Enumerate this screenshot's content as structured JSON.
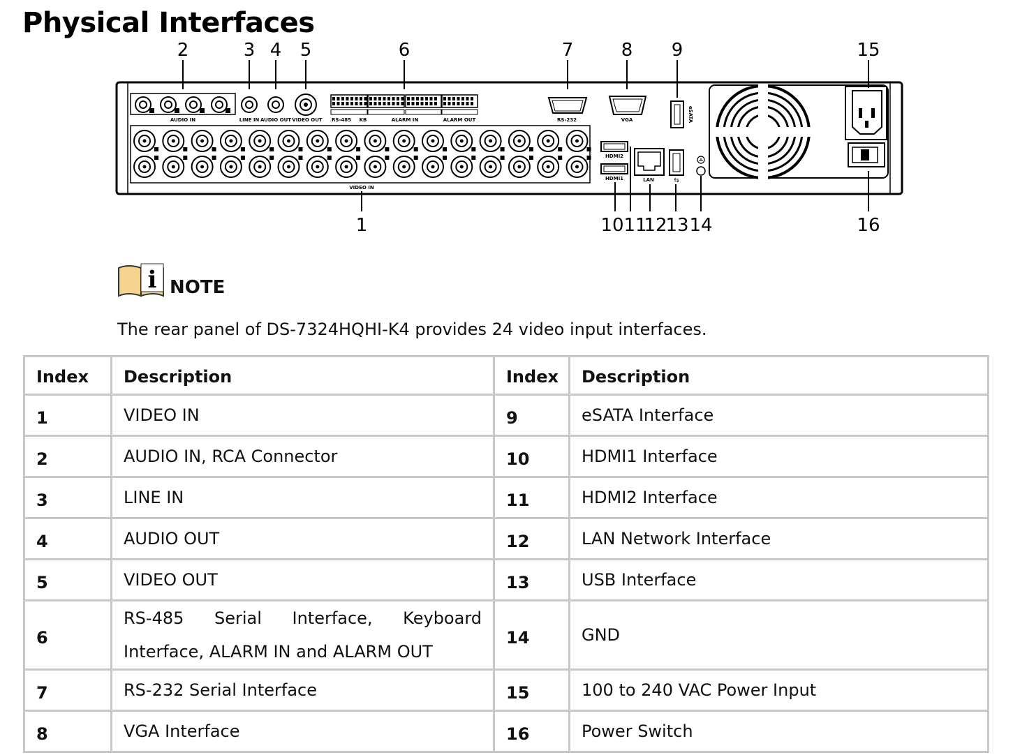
{
  "title": "Physical Interfaces",
  "diagram": {
    "callouts": [
      "1",
      "2",
      "3",
      "4",
      "5",
      "6",
      "7",
      "8",
      "9",
      "10",
      "11",
      "12",
      "13",
      "14",
      "15",
      "16"
    ],
    "panel_labels": {
      "audio_in": "AUDIO IN",
      "line_in": "LINE IN",
      "audio_out": "AUDIO OUT",
      "video_out": "VIDEO OUT",
      "rs485": "RS-485",
      "kb": "KB",
      "alarm_in": "ALARM IN",
      "alarm_out": "ALARM OUT",
      "rs232": "RS-232",
      "vga": "VGA",
      "esata": "eSATA",
      "video_in": "VIDEO IN",
      "hdmi1": "HDMI1",
      "hdmi2": "HDMI2",
      "lan": "LAN"
    }
  },
  "note": {
    "label": "NOTE",
    "text": "The rear panel of DS-7324HQHI-K4 provides 24 video input interfaces."
  },
  "table": {
    "headers": {
      "index": "Index",
      "description": "Description"
    },
    "rows": [
      {
        "i1": "1",
        "d1": "VIDEO IN",
        "i2": "9",
        "d2": "eSATA Interface"
      },
      {
        "i1": "2",
        "d1": "AUDIO IN, RCA Connector",
        "i2": "10",
        "d2": "HDMI1 Interface"
      },
      {
        "i1": "3",
        "d1": "LINE IN",
        "i2": "11",
        "d2": "HDMI2 Interface"
      },
      {
        "i1": "4",
        "d1": "AUDIO OUT",
        "i2": "12",
        "d2": "LAN Network Interface"
      },
      {
        "i1": "5",
        "d1": "VIDEO OUT",
        "i2": "13",
        "d2": "USB Interface"
      },
      {
        "i1": "6",
        "d1": "RS-485 Serial Interface, Keyboard Interface, ALARM IN and ALARM OUT",
        "i2": "14",
        "d2": "GND"
      },
      {
        "i1": "7",
        "d1": "RS-232 Serial Interface",
        "i2": "15",
        "d2": "100 to 240 VAC Power Input"
      },
      {
        "i1": "8",
        "d1": "VGA Interface",
        "i2": "16",
        "d2": "Power Switch"
      }
    ]
  }
}
